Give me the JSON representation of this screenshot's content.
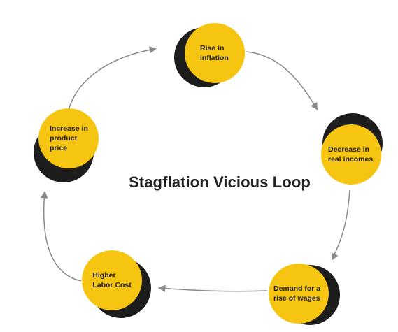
{
  "diagram": {
    "title": "Stagflation Vicious Loop",
    "nodes": [
      {
        "id": "rise-in-inflation",
        "label": "Rise in\ninflation"
      },
      {
        "id": "decrease-in-real-incomes",
        "label": "Decrease in\nreal incomes"
      },
      {
        "id": "demand-for-rise-of-wages",
        "label": "Demand for a\nrise of wages"
      },
      {
        "id": "higher-labor-cost",
        "label": "Higher\nLabor Cost"
      },
      {
        "id": "increase-in-product-price",
        "label": "Increase in\nproduct\nprice"
      }
    ],
    "edges": [
      {
        "from": "rise-in-inflation",
        "to": "decrease-in-real-incomes"
      },
      {
        "from": "decrease-in-real-incomes",
        "to": "demand-for-rise-of-wages"
      },
      {
        "from": "demand-for-rise-of-wages",
        "to": "higher-labor-cost"
      },
      {
        "from": "higher-labor-cost",
        "to": "increase-in-product-price"
      },
      {
        "from": "increase-in-product-price",
        "to": "rise-in-inflation"
      }
    ],
    "colors": {
      "node_fill": "#f6c512",
      "node_shadow": "#1d1d1d",
      "arrow": "#8a8a8a",
      "text": "#1a1a1a"
    }
  }
}
